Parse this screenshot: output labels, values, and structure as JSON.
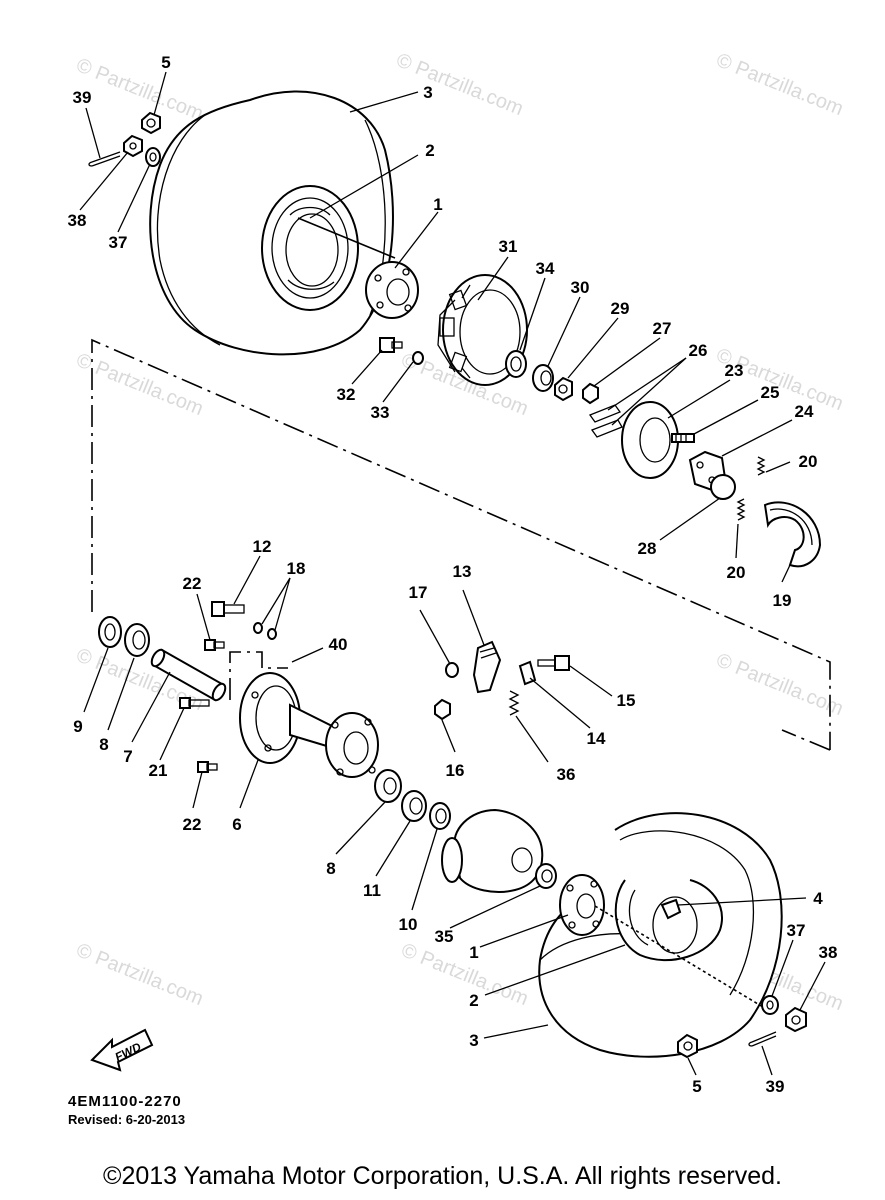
{
  "diagram": {
    "watermark": "© Partzilla.com",
    "fwd_label": "FWD",
    "drawing_code": "4EM1100-2270",
    "revised": "Revised: 6-20-2013",
    "copyright": "©2013 Yamaha Motor Corporation, U.S.A. All rights reserved.",
    "callouts": {
      "c5a": "5",
      "c39a": "39",
      "c3a": "3",
      "c2a": "2",
      "c1a": "1",
      "c38a": "38",
      "c37a": "37",
      "c31": "31",
      "c34": "34",
      "c30": "30",
      "c29": "29",
      "c27": "27",
      "c26": "26",
      "c23": "23",
      "c25": "25",
      "c24": "24",
      "c20a": "20",
      "c28": "28",
      "c20b": "20",
      "c19": "19",
      "c32": "32",
      "c33": "33",
      "c12": "12",
      "c18": "18",
      "c22a": "22",
      "c40": "40",
      "c17": "17",
      "c13": "13",
      "c15": "15",
      "c14": "14",
      "c36": "36",
      "c16": "16",
      "c9": "9",
      "c8a": "8",
      "c7": "7",
      "c21": "21",
      "c22b": "22",
      "c6": "6",
      "c8b": "8",
      "c11": "11",
      "c10": "10",
      "c35": "35",
      "c1b": "1",
      "c4": "4",
      "c37b": "37",
      "c38b": "38",
      "c2b": "2",
      "c3b": "3",
      "c5b": "5",
      "c39b": "39"
    }
  }
}
